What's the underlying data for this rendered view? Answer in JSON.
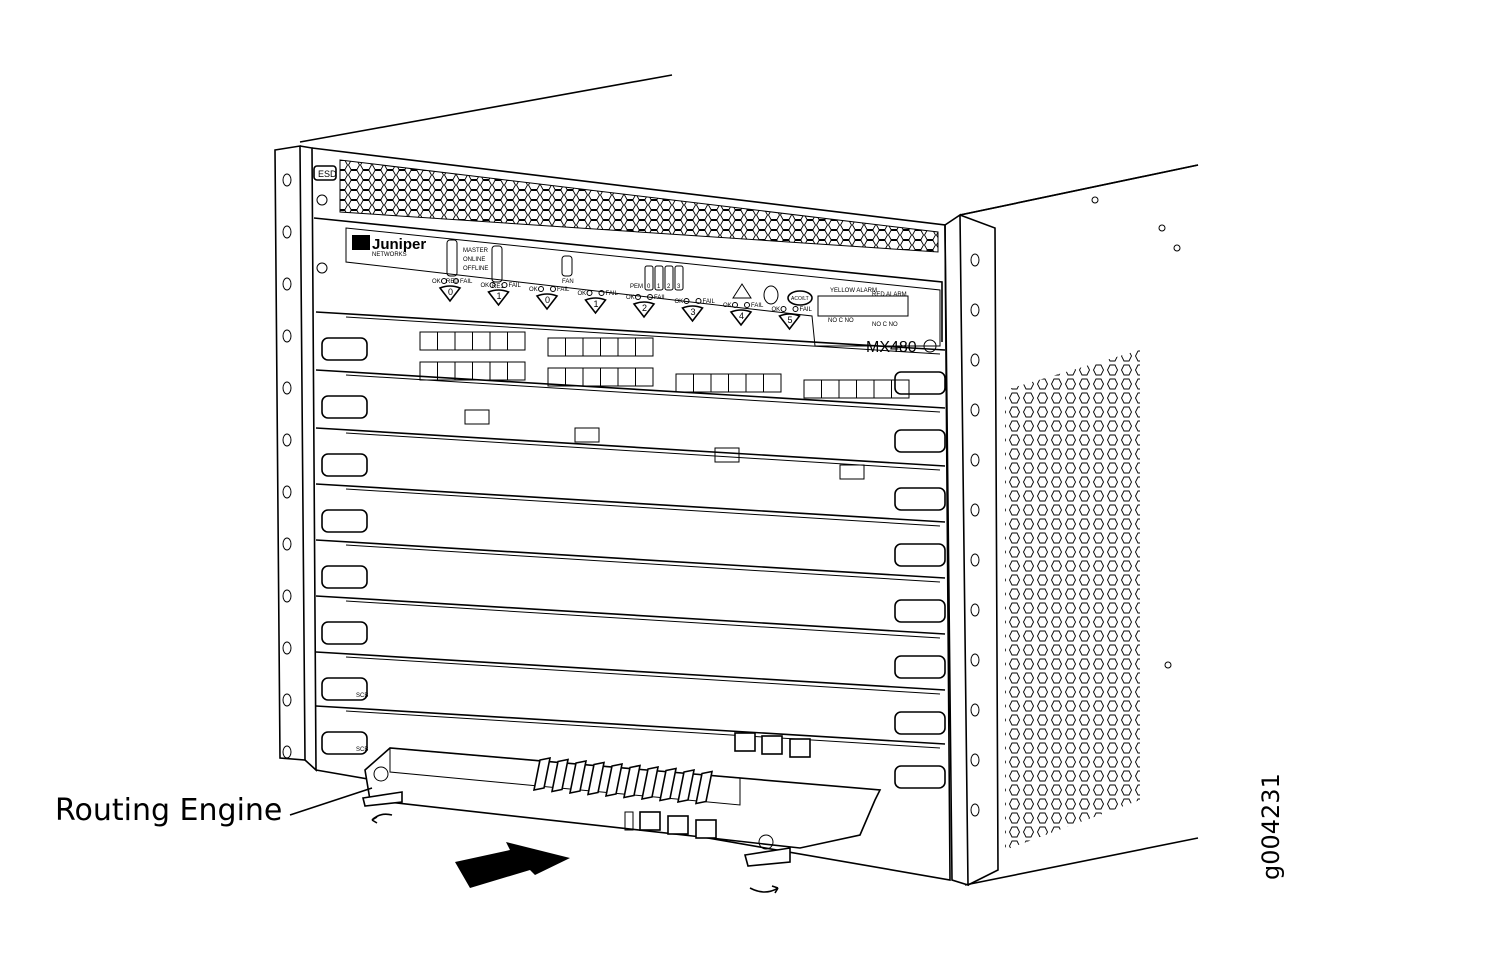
{
  "callout": {
    "label": "Routing Engine"
  },
  "figure_id": "g004231",
  "chassis": {
    "esd_label": "ESD",
    "brand": "Juniper",
    "brand_sub": "NETWORKS",
    "model": "MX480",
    "status_labels": [
      "MASTER",
      "ONLINE",
      "OFFLINE"
    ],
    "re_labels": [
      "RE0",
      "RE1"
    ],
    "fan_label": "FAN",
    "pem_label": "PEM",
    "pem_numbers": [
      "0",
      "1",
      "2",
      "3"
    ],
    "ok_label": "OK",
    "fail_label": "FAIL",
    "button_numbers": [
      "0",
      "1",
      "0",
      "1",
      "2",
      "3",
      "4",
      "5"
    ],
    "aco_label": "ACO/LT",
    "yellow_alarm": "YELLOW ALARM",
    "red_alarm": "RED ALARM",
    "alarm_pins": "NO C NO",
    "scb_label": "SCB"
  }
}
